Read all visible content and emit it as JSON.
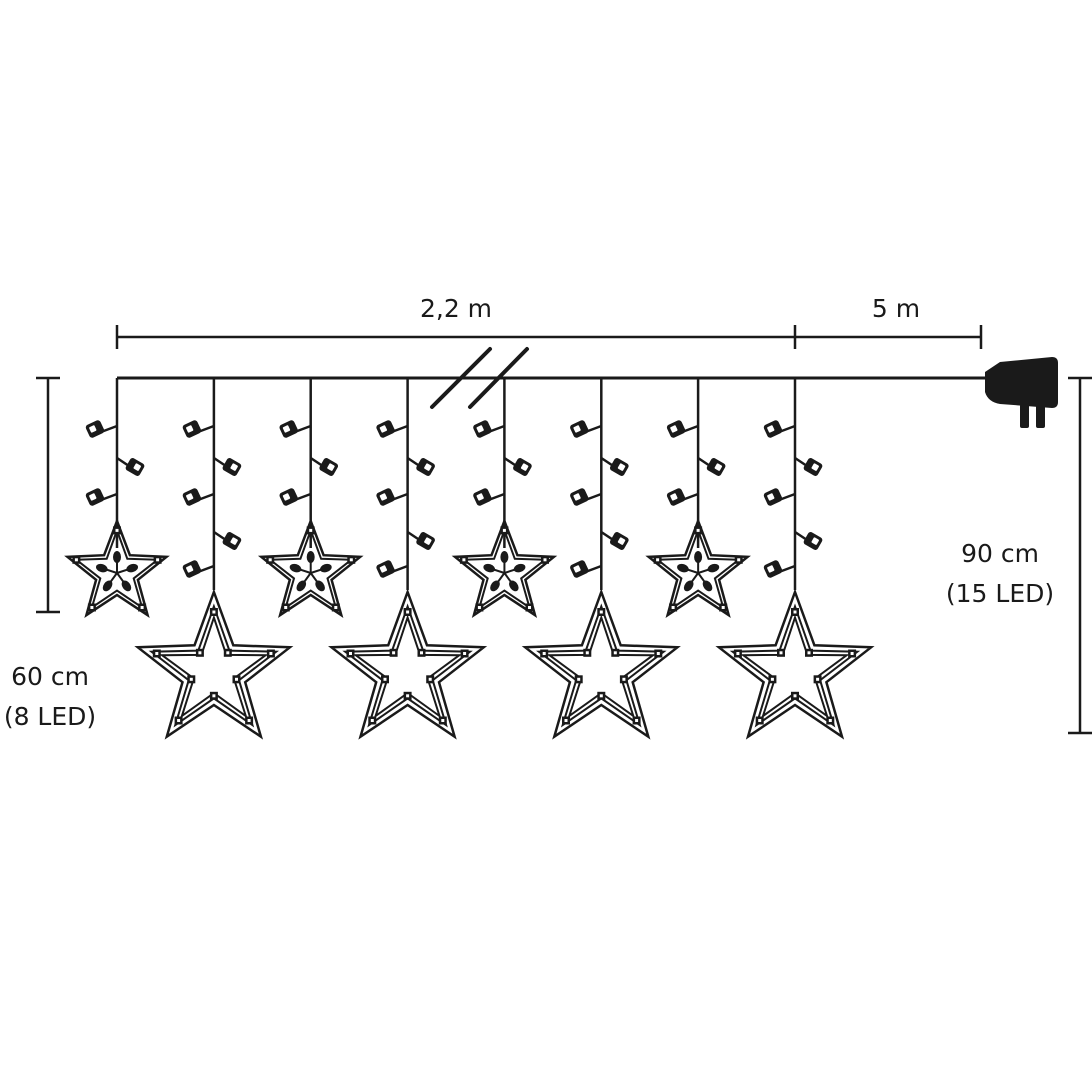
{
  "dimensions": {
    "total_width": "2,2 m",
    "lead_cable": "5 m",
    "long_strand_length": "90 cm",
    "long_strand_leds": "(15 LED)",
    "short_strand_length": "60 cm",
    "short_strand_leds": "(8 LED)"
  },
  "product": {
    "strand_count": 8,
    "small_star_count": 4,
    "large_star_count": 4
  },
  "colors": {
    "line": "#1a1a1a",
    "background": "#ffffff"
  }
}
